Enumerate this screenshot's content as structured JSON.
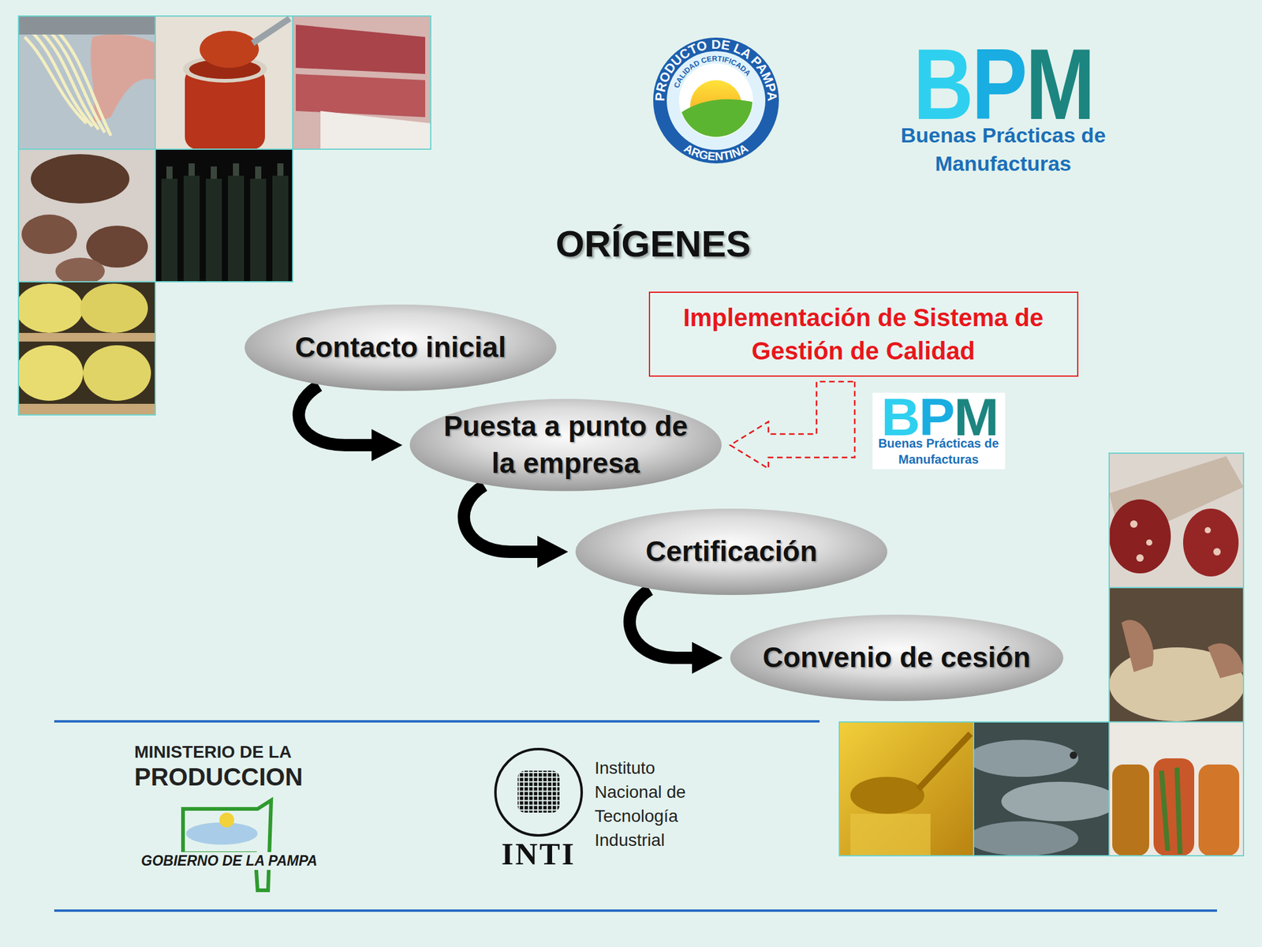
{
  "diagram": {
    "title": "ORÍGENES",
    "nodes": [
      {
        "text": [
          "Contacto inicial"
        ]
      },
      {
        "text": [
          "Puesta a punto de la empresa"
        ]
      },
      {
        "text": [
          "Certificación"
        ]
      },
      {
        "text": [
          "Convenio de cesión"
        ]
      },
      {
        "text": [
          "Implementación de Sistema de Gestión de Calidad"
        ]
      }
    ],
    "edges": [
      {
        "from": 0,
        "to": 1,
        "arrow": "to"
      },
      {
        "from": 1,
        "to": 2,
        "arrow": "to"
      },
      {
        "from": 2,
        "to": 3,
        "arrow": "to"
      },
      {
        "from": 4,
        "to": 1,
        "arrow": "to"
      }
    ],
    "labels": [
      "PRODUCTO DE LA PAMPA",
      "CALIDAD CERTIFICADA",
      "ARGENTINA",
      "BPM",
      "Buenas Prácticas de Manufacturas",
      "BPM",
      "Buenas Prácticas de Manufacturas",
      "MINISTERIO DE LA",
      "PRODUCCION",
      "GOBIERNO DE LA PAMPA",
      "INTI",
      "Instituto Nacional de Tecnología Industrial"
    ]
  }
}
